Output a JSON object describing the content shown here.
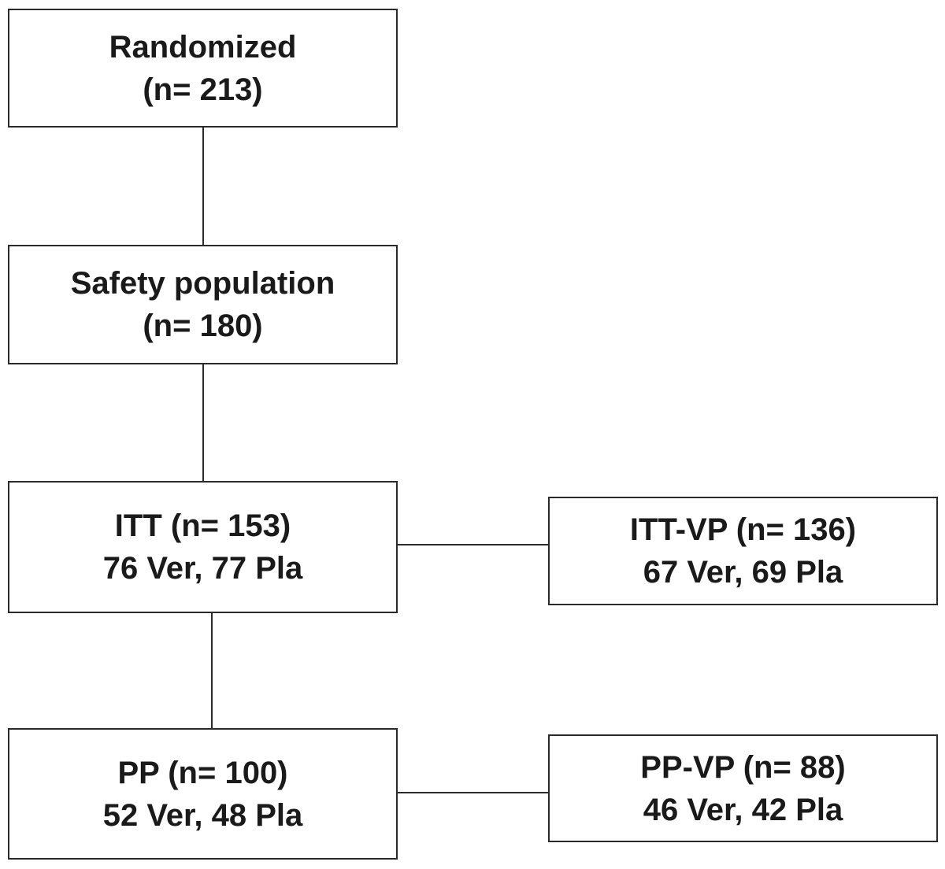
{
  "nodes": {
    "randomized": {
      "line1": "Randomized",
      "line2": "(n= 213)"
    },
    "safety": {
      "line1": "Safety population",
      "line2": "(n= 180)"
    },
    "itt": {
      "line1": "ITT (n= 153)",
      "line2": "76 Ver, 77 Pla"
    },
    "itt_vp": {
      "line1": "ITT-VP (n= 136)",
      "line2": "67 Ver, 69 Pla"
    },
    "pp": {
      "line1": "PP (n= 100)",
      "line2": "52 Ver, 48 Pla"
    },
    "pp_vp": {
      "line1": "PP-VP (n= 88)",
      "line2": "46 Ver, 42 Pla"
    }
  },
  "edges": [
    {
      "from": "randomized",
      "to": "safety"
    },
    {
      "from": "safety",
      "to": "itt"
    },
    {
      "from": "itt",
      "to": "pp"
    },
    {
      "from": "itt",
      "to": "itt_vp"
    },
    {
      "from": "pp",
      "to": "pp_vp"
    }
  ],
  "colors": {
    "border": "#2a2a2a",
    "text": "#1a1a1a",
    "background": "#ffffff"
  }
}
